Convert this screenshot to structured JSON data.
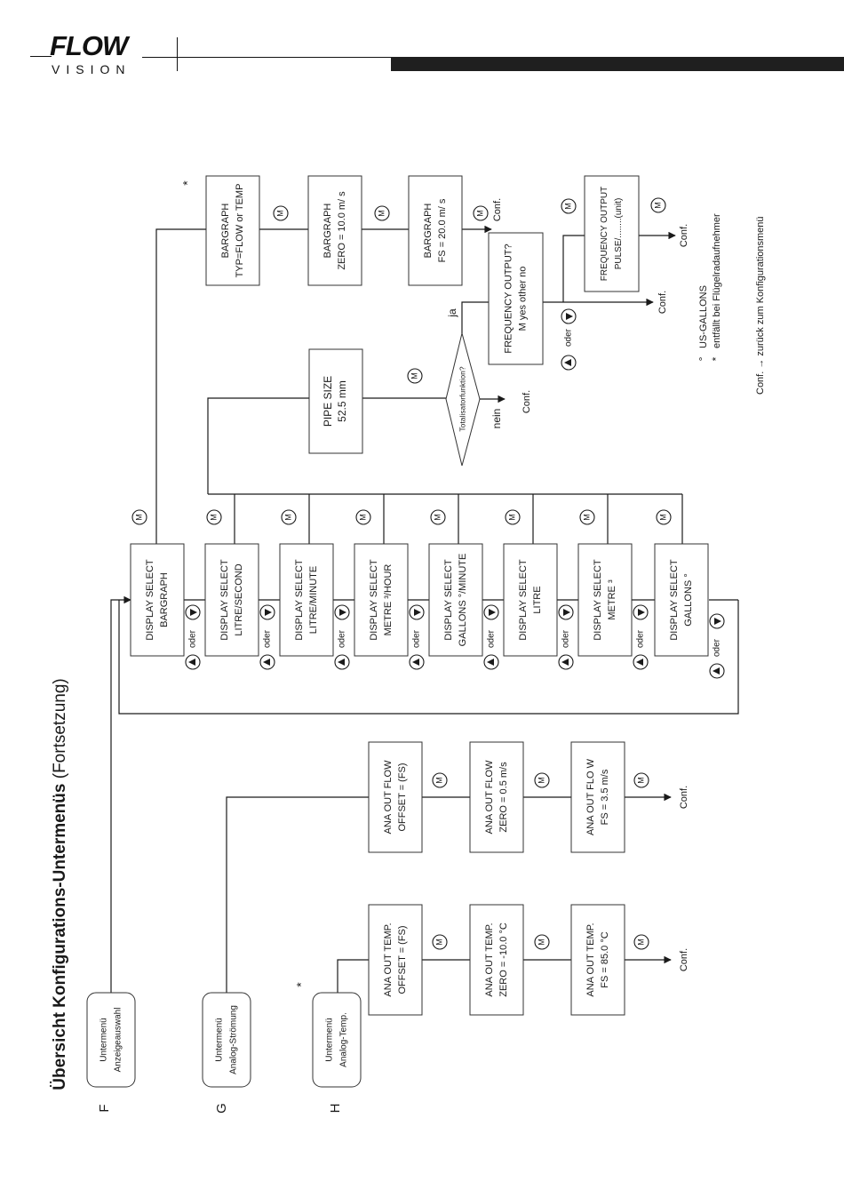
{
  "header": {
    "logo_main": "FLOW",
    "logo_sub": "VISION"
  },
  "title": {
    "bold": "Übersicht Konfigurations-Untermenüs",
    "normal": "(Fortsetzung)"
  },
  "sections": [
    {
      "letter": "F",
      "menu_line1": "Untermenü",
      "menu_line2": "Anzeigeauswahl",
      "star": ""
    },
    {
      "letter": "G",
      "menu_line1": "Untermenü",
      "menu_line2": "Analog-Strömung",
      "star": ""
    },
    {
      "letter": "H",
      "menu_line1": "Untermenü",
      "menu_line2": "Analog-Temp.",
      "star": "*"
    }
  ],
  "display_select": [
    {
      "line1": "DISPLAY SELECT",
      "line2": "BARGRAPH"
    },
    {
      "line1": "DISPLAY SELECT",
      "line2": "LITRE/SECOND"
    },
    {
      "line1": "DISPLAY SELECT",
      "line2": "LITRE/MINUTE"
    },
    {
      "line1": "DISPLAY SELECT",
      "line2": "METRE ³/HOUR"
    },
    {
      "line1": "DISPLAY SELECT",
      "line2": "GALLONS °/MINUTE"
    },
    {
      "line1": "DISPLAY SELECT",
      "line2": "LITRE"
    },
    {
      "line1": "DISPLAY SELECT",
      "line2": "METRE ³"
    },
    {
      "line1": "DISPLAY SELECT",
      "line2": "GALLONS °"
    }
  ],
  "oder": "oder",
  "m_key": "M",
  "conf": "Conf.",
  "bargraph_chain": [
    {
      "line1": "BARGRAPH",
      "line2": "TYP=FLOW or TEMP"
    },
    {
      "line1": "BARGRAPH",
      "line2": "ZERO = 10.0 m/ s"
    },
    {
      "line1": "BARGRAPH",
      "line2": "FS = 20.0 m/ s"
    }
  ],
  "bargraph_star": "*",
  "pipe_size": {
    "line1": "PIPE SIZE",
    "line2": "52.5 mm"
  },
  "totalisator": "Totalisatorfunktion?",
  "ja": "ja",
  "nein": "nein",
  "frequency_output_q": {
    "line1": "FREQUENCY OUTPUT?",
    "line2": "M     yes  other     no"
  },
  "frequency_output": {
    "line1": "FREQUENCY OUTPUT",
    "line2": "PULSE/........(unit)"
  },
  "ana_flow": [
    {
      "line1": "ANA OUT FLOW",
      "line2": "OFFSET =        (FS)"
    },
    {
      "line1": "ANA OUT FLOW",
      "line2": "ZERO = 0.5 m/s"
    },
    {
      "line1": "ANA OUT FLO W",
      "line2": "FS = 3.5 m/s"
    }
  ],
  "ana_temp": [
    {
      "line1": "ANA OUT TEMP.",
      "line2": "OFFSET =        (FS)"
    },
    {
      "line1": "ANA OUT TEMP.",
      "line2": "ZERO = -10.0  °C"
    },
    {
      "line1": "ANA OUT TEMP.",
      "line2": "FS = 85.0  °C"
    }
  ],
  "legend": [
    {
      "symbol": "°",
      "text": "US-GALLONS"
    },
    {
      "symbol": "*",
      "text": "entfällt bei Flügelradaufnehmer"
    },
    {
      "symbol": "",
      "text": "Conf. → zurück zum Konfigurationsmenü"
    }
  ]
}
